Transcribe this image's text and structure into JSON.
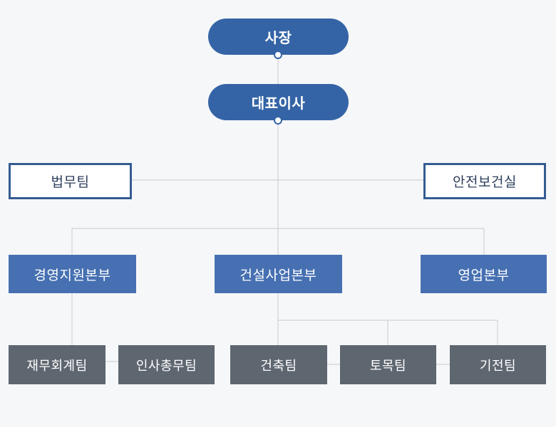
{
  "top": {
    "ceo": "사장",
    "representative": "대표이사"
  },
  "staff": {
    "legal": "법무팀",
    "safety": "안전보건실"
  },
  "divisions": {
    "management": "경영지원본부",
    "construction": "건설사업본부",
    "sales": "영업본부"
  },
  "teams": {
    "finance": "재무회계팀",
    "hr": "인사총무팀",
    "architecture": "건축팀",
    "civil": "토목팀",
    "electrical": "기전팀"
  },
  "colors": {
    "top_fill": "#3564a6",
    "division_fill": "#4670b1",
    "team_fill": "#5e6670",
    "staff_border": "#345c92",
    "connector": "#cfd3d8"
  }
}
